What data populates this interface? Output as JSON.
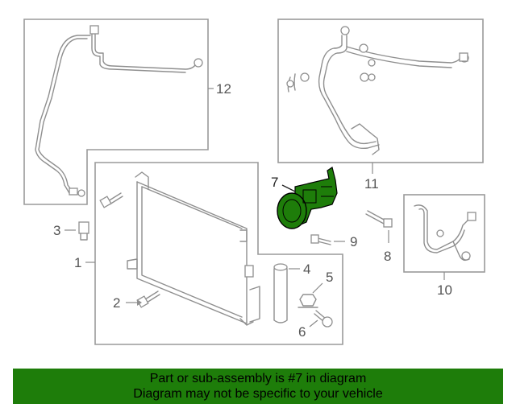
{
  "callouts": {
    "c1": "1",
    "c2": "2",
    "c3": "3",
    "c4": "4",
    "c5": "5",
    "c6": "6",
    "c7": "7",
    "c8": "8",
    "c9": "9",
    "c10": "10",
    "c11": "11",
    "c12": "12"
  },
  "highlight_part": "7",
  "colors": {
    "highlight": "#1e7d0a",
    "banner_bg": "#1e7d0a",
    "lines": "#8f8f8f"
  },
  "banner": {
    "line1": "Part or sub-assembly is #7 in diagram",
    "line2": "Diagram may not be specific to your vehicle"
  }
}
